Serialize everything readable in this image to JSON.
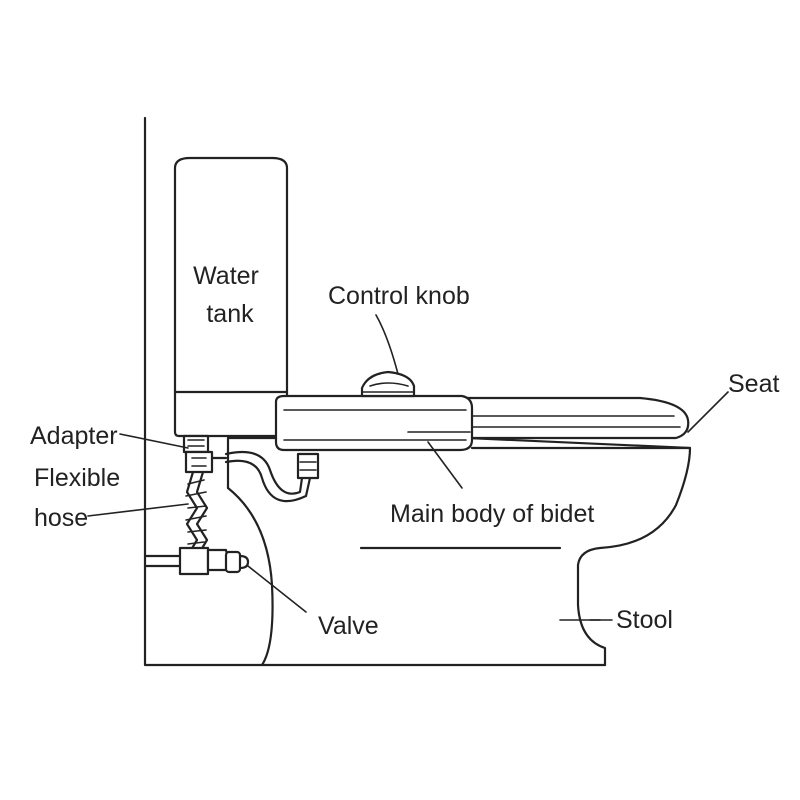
{
  "colors": {
    "ink": "#222222",
    "background": "#ffffff"
  },
  "labels": {
    "water_tank_line1": "Water",
    "water_tank_line2": "tank",
    "control_knob": "Control knob",
    "seat": "Seat",
    "adapter": "Adapter",
    "flexible_line1": "Flexible",
    "flexible_line2": "hose",
    "main_body": "Main body of bidet",
    "valve": "Valve",
    "stool": "Stool"
  }
}
